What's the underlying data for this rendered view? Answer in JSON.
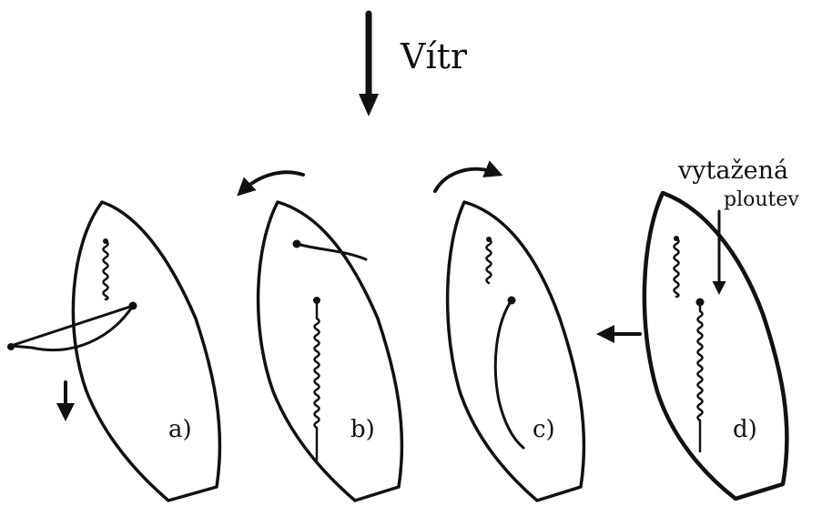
{
  "wind": {
    "label": "Vítr"
  },
  "panels": [
    {
      "id": "a",
      "label": "a)"
    },
    {
      "id": "b",
      "label": "b)"
    },
    {
      "id": "c",
      "label": "c)"
    },
    {
      "id": "d",
      "label": "d)"
    }
  ],
  "annotation": {
    "line1": "vytažená",
    "line2": "ploutev"
  },
  "colors": {
    "ink": "#111111",
    "background": "#ffffff"
  }
}
